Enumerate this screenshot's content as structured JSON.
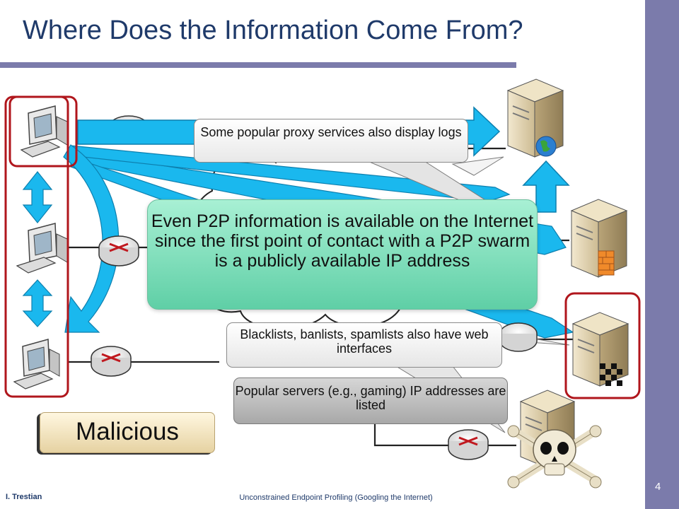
{
  "slide": {
    "title": "Where Does the Information Come From?",
    "page_number": "4",
    "footer_author": "I. Trestian",
    "footer_title": "Unconstrained Endpoint Profiling (Googling the Internet)"
  },
  "callouts": {
    "proxy": "Some popular proxy services also display logs",
    "p2p": "Even P2P information is available on the Internet since the first point of contact with a P2P swarm is a publicly available IP address",
    "blacklists": "Blacklists, banlists, spamlists also have web interfaces",
    "popular_servers": "Popular servers (e.g., gaming) IP addresses are listed"
  },
  "labels": {
    "malicious": "Malicious"
  },
  "colors": {
    "accent_bar": "#7b7bab",
    "title_text": "#1f3a6a",
    "arrow_blue": "#1ab8ee",
    "highlight_red": "#b0161c",
    "p2p_box": "#6fd8b2"
  }
}
